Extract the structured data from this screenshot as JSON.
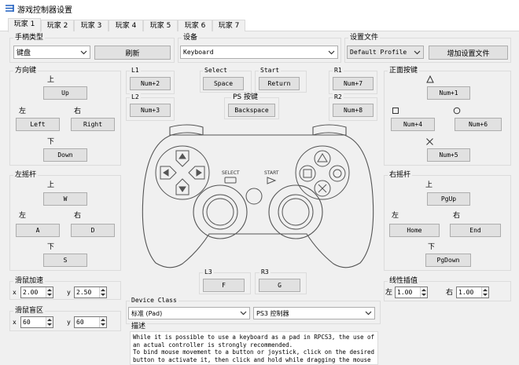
{
  "window": {
    "title": "游戏控制器设置",
    "app_icon": "gamepad-app-icon"
  },
  "tabs": [
    {
      "label": "玩家 1",
      "active": true
    },
    {
      "label": "玩家 2"
    },
    {
      "label": "玩家 3"
    },
    {
      "label": "玩家 4"
    },
    {
      "label": "玩家 5"
    },
    {
      "label": "玩家 6"
    },
    {
      "label": "玩家 7"
    }
  ],
  "handler": {
    "label": "手柄类型",
    "value": "键盘",
    "refresh": "刷新"
  },
  "device": {
    "label": "设备",
    "value": "Keyboard"
  },
  "profile": {
    "label": "设置文件",
    "value": "Default Profile",
    "add": "增加设置文件"
  },
  "dpad": {
    "label": "方向键",
    "up_label": "上",
    "up": "Up",
    "left_label": "左",
    "left": "Left",
    "right_label": "右",
    "right": "Right",
    "down_label": "下",
    "down": "Down"
  },
  "shoulders": {
    "l1_label": "L1",
    "l1": "Num+2",
    "l2_label": "L2",
    "l2": "Num+3",
    "r1_label": "R1",
    "r1": "Num+7",
    "r2_label": "R2",
    "r2": "Num+8"
  },
  "center": {
    "select_label": "Select",
    "select": "Space",
    "start_label": "Start",
    "start": "Return",
    "ps_label": "PS 按键",
    "ps": "Backspace"
  },
  "face": {
    "label": "正面按键",
    "triangle": "Num+1",
    "square": "Num+4",
    "circle": "Num+6",
    "cross": "Num+5"
  },
  "left_stick": {
    "label": "左摇杆",
    "up_label": "上",
    "up": "W",
    "left_label": "左",
    "left": "A",
    "right_label": "右",
    "right": "D",
    "down_label": "下",
    "down": "S"
  },
  "right_stick": {
    "label": "右摇杆",
    "up_label": "上",
    "up": "PgUp",
    "left_label": "左",
    "left": "Home",
    "right_label": "右",
    "right": "End",
    "down_label": "下",
    "down": "PgDown"
  },
  "sticks_press": {
    "l3_label": "L3",
    "l3": "F",
    "r3_label": "R3",
    "r3": "G"
  },
  "mouse_accel": {
    "label": "滑鼠加速",
    "x_label": "x",
    "x": "2.00",
    "y_label": "y",
    "y": "2.50"
  },
  "mouse_dead": {
    "label": "滑鼠盲区",
    "x_label": "x",
    "x": "60",
    "y_label": "y",
    "y": "60"
  },
  "lerp": {
    "label": "线性插值",
    "left_label": "左",
    "left": "1.00",
    "right_label": "右",
    "right": "1.00"
  },
  "device_class": {
    "label": "Device Class",
    "value": "标准 (Pad)",
    "subtype": "PS3 控制器"
  },
  "description": {
    "label": "描述",
    "lines": [
      "While it is possible to use a keyboard as a pad in RPCS3, the use of",
      "an actual controller is strongly recommended.",
      "To bind mouse movement to a button or joystick, click on the desired",
      "button to activate it, then click and hold while dragging the mouse"
    ]
  },
  "controller_labels": {
    "select": "SELECT",
    "start": "START"
  },
  "colors": {
    "window_bg": "#f0f0f0",
    "button_bg": "#e1e1e1",
    "border": "#adadad",
    "title_icon": "#1f5fbf"
  }
}
